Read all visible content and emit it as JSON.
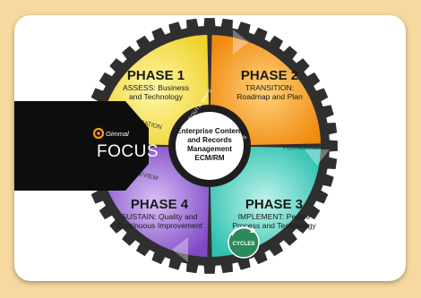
{
  "colors": {
    "background": "#f7d9a0",
    "phase1": "#f3e44a",
    "phase2": "#f7a21a",
    "phase3": "#4fd0c0",
    "phase4": "#9a64d6",
    "gear": "#2f2f2f",
    "center": "#ffffff",
    "brand_banner": "#0d0d0d",
    "accent_orange": "#f59c1a"
  },
  "phases": [
    {
      "title": "PHASE 1",
      "subtitle_lines": [
        "ASSESS: Business",
        "and Technology"
      ]
    },
    {
      "title": "PHASE 2",
      "subtitle_lines": [
        "TRANSITION:",
        "Roadmap and Plan"
      ]
    },
    {
      "title": "PHASE 3",
      "subtitle_lines": [
        "IMPLEMENT: People",
        "Process and Technology"
      ]
    },
    {
      "title": "PHASE 4",
      "subtitle_lines": [
        "SUSTAIN: Quality and",
        "Continuous Improvement"
      ]
    }
  ],
  "stages": {
    "mobilization": "MOBILIZATION",
    "foundation": "FOUNDATION",
    "review": "REVIEW"
  },
  "center": {
    "lines": [
      "Enterprise Content",
      "and Records",
      "Management",
      "ECM/RM"
    ],
    "ring_label_top": "ROUTE MAPS",
    "ring_label_bottom": "ROUTE MAPS"
  },
  "brand": {
    "company": "Gimmal",
    "product": "FOCUS"
  },
  "cycles_label": "CYCLES"
}
